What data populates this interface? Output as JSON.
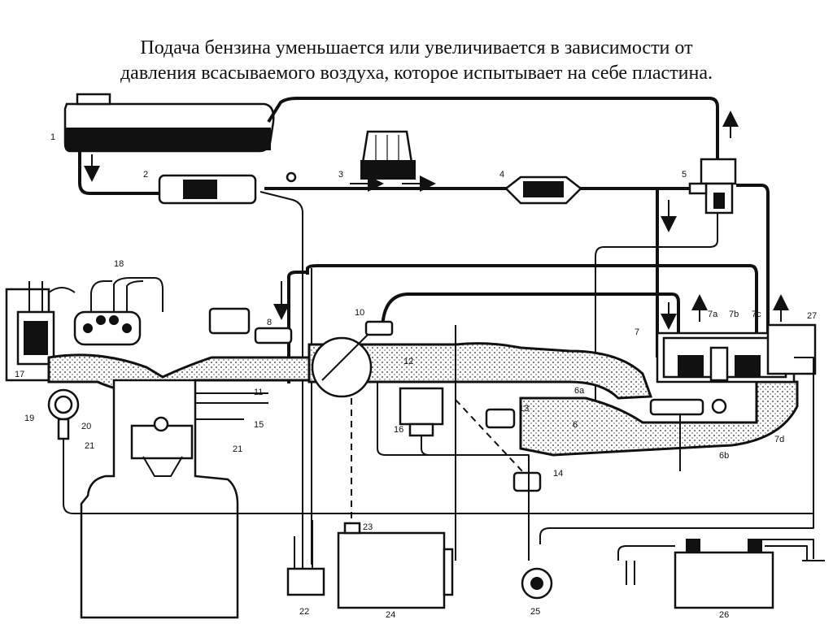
{
  "title": {
    "line1": "Подача бензина уменьшается или увеличивается в зависимости от",
    "line2": "давления всасываемого воздуха, которое испытывает на себе пластина."
  },
  "diagram": {
    "labels": {
      "n1": "1",
      "n2": "2",
      "n3": "3",
      "n4": "4",
      "n5": "5",
      "n6": "6",
      "n6a": "6a",
      "n6b": "6b",
      "n7": "7",
      "n7a": "7a",
      "n7b": "7b",
      "n7c": "7c",
      "n7d": "7d",
      "n8": "8",
      "n10": "10",
      "n11": "11",
      "n12": "12",
      "n13": "13",
      "n14": "14",
      "n15": "15",
      "n16": "16",
      "n17": "17",
      "n18": "18",
      "n19": "19",
      "n20": "20",
      "n21a": "21",
      "n21b": "21",
      "n22": "22",
      "n23": "23",
      "n24": "24",
      "n25": "25",
      "n26": "26",
      "n27": "27"
    }
  }
}
